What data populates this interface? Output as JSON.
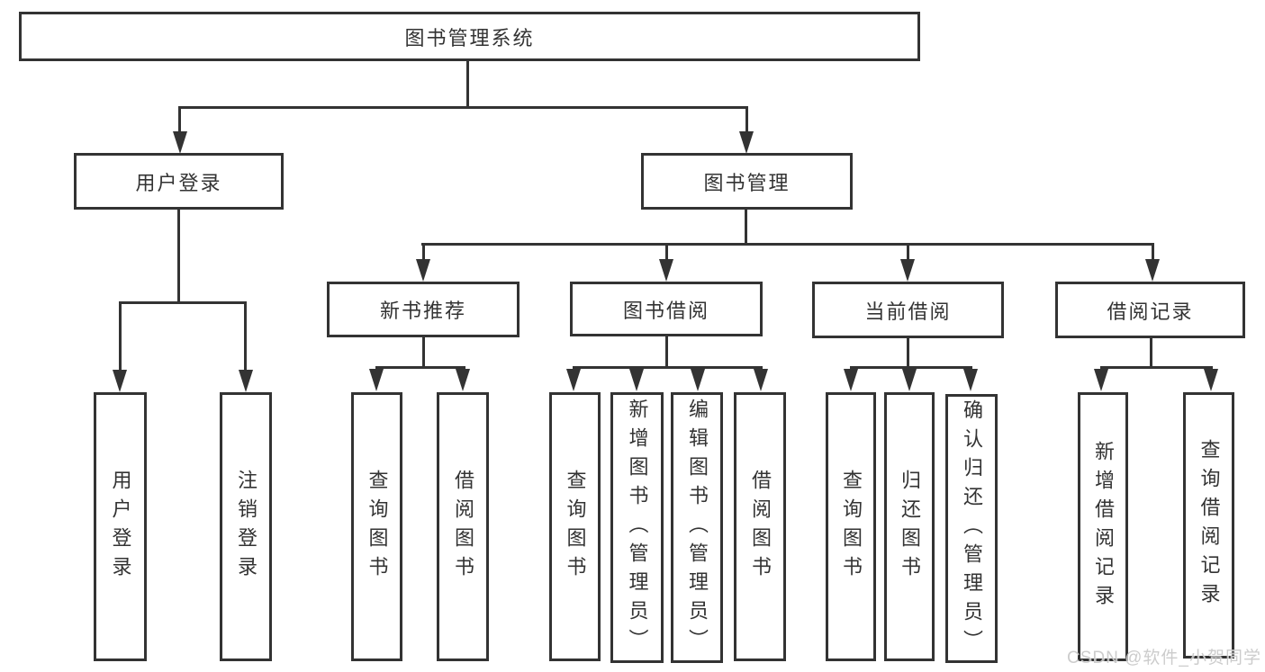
{
  "diagram": {
    "root": "图书管理系统",
    "branches": [
      {
        "label": "用户登录",
        "children": [
          "用户登录",
          "注销登录"
        ]
      },
      {
        "label": "图书管理",
        "groups": [
          {
            "label": "新书推荐",
            "children": [
              "查询图书",
              "借阅图书"
            ]
          },
          {
            "label": "图书借阅",
            "children": [
              "查询图书",
              "新增图书（管理员）",
              "编辑图书（管理员）",
              "借阅图书"
            ]
          },
          {
            "label": "当前借阅",
            "children": [
              "查询图书",
              "归还图书",
              "确认归还（管理员）"
            ]
          },
          {
            "label": "借阅记录",
            "children": [
              "新增借阅记录",
              "查询借阅记录"
            ]
          }
        ]
      }
    ]
  },
  "watermark": {
    "text": "CSDN @软件_小贺同学"
  },
  "colors": {
    "line": "#333333",
    "text": "#333333",
    "watermark": "#c8c8c8",
    "background": "#ffffff"
  }
}
